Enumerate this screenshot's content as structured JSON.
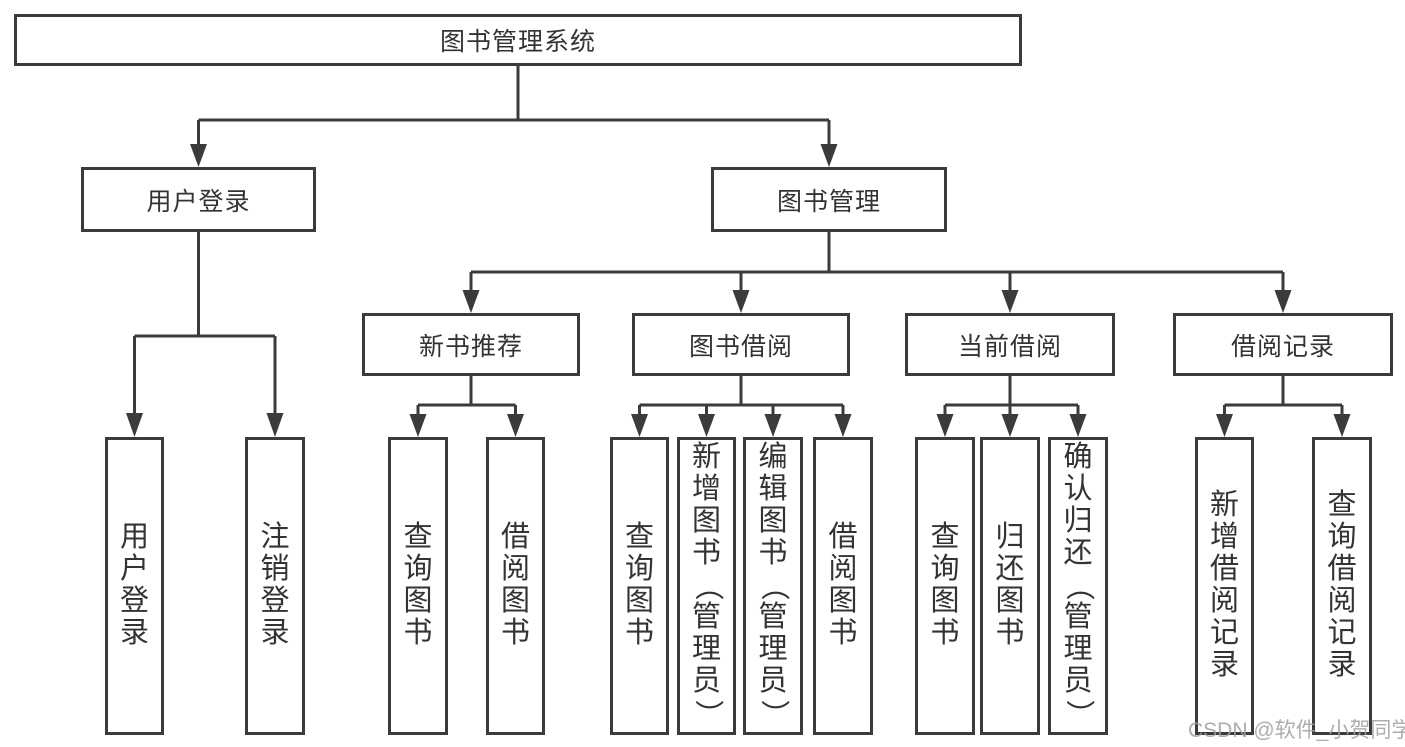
{
  "nodes": {
    "root": "图书管理系统",
    "user_login": "用户登录",
    "book_mgmt": "图书管理",
    "new_book_rec": "新书推荐",
    "book_borrow": "图书借阅",
    "current_borrow": "当前借阅",
    "borrow_records": "借阅记录",
    "leaf_user_login": "用户登录",
    "leaf_logout": "注销登录",
    "leaf_query_book_1": "查询图书",
    "leaf_borrow_book_1": "借阅图书",
    "leaf_query_book_2": "查询图书",
    "leaf_add_book": "新增图书（管理员）",
    "leaf_edit_book": "编辑图书（管理员）",
    "leaf_borrow_book_2": "借阅图书",
    "leaf_query_book_3": "查询图书",
    "leaf_return_book": "归还图书",
    "leaf_confirm_return": "确认归还（管理员）",
    "leaf_add_record": "新增借阅记录",
    "leaf_query_record": "查询借阅记录"
  },
  "colors": {
    "line": "#3b3b3b",
    "text": "#333333",
    "watermark": "#9f9f9f",
    "background": "#ffffff"
  },
  "watermark": "CSDN @软件_小贺同学"
}
